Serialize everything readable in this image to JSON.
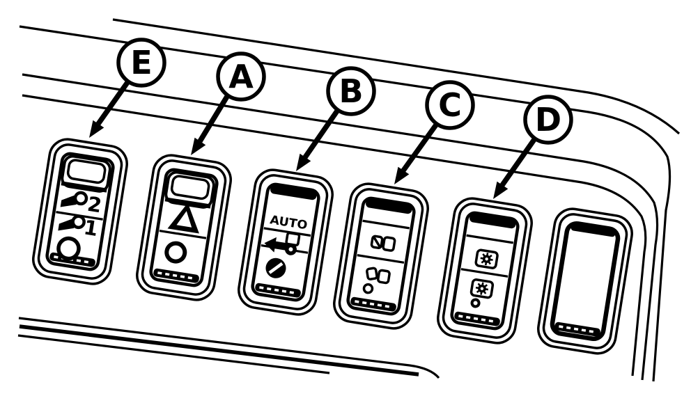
{
  "figure": {
    "type": "switch-panel-callout-diagram",
    "ink": "#000000",
    "paper": "#ffffff"
  },
  "callouts": [
    {
      "label": "E"
    },
    {
      "label": "A"
    },
    {
      "label": "B"
    },
    {
      "label": "C"
    },
    {
      "label": "D"
    }
  ],
  "switches": {
    "e": {
      "position_2_label": "2",
      "position_1_label": "1",
      "icons": [
        "work-light-beam",
        "work-light-beam",
        "off-circle"
      ]
    },
    "a": {
      "icons": [
        "hazard-warning-triangle",
        "off-circle"
      ]
    },
    "b": {
      "auto_label": "AUTO",
      "icons": [
        "tractor-left-arrow",
        "slashed-filled-circle"
      ]
    },
    "c": {
      "icons": [
        "slashed-box-pair",
        "tilted-box-pair-with-circle"
      ]
    },
    "d": {
      "icons": [
        "gear-in-box",
        "gear-in-box",
        "small-indicator-dot"
      ]
    },
    "blank": {
      "icons": []
    }
  }
}
